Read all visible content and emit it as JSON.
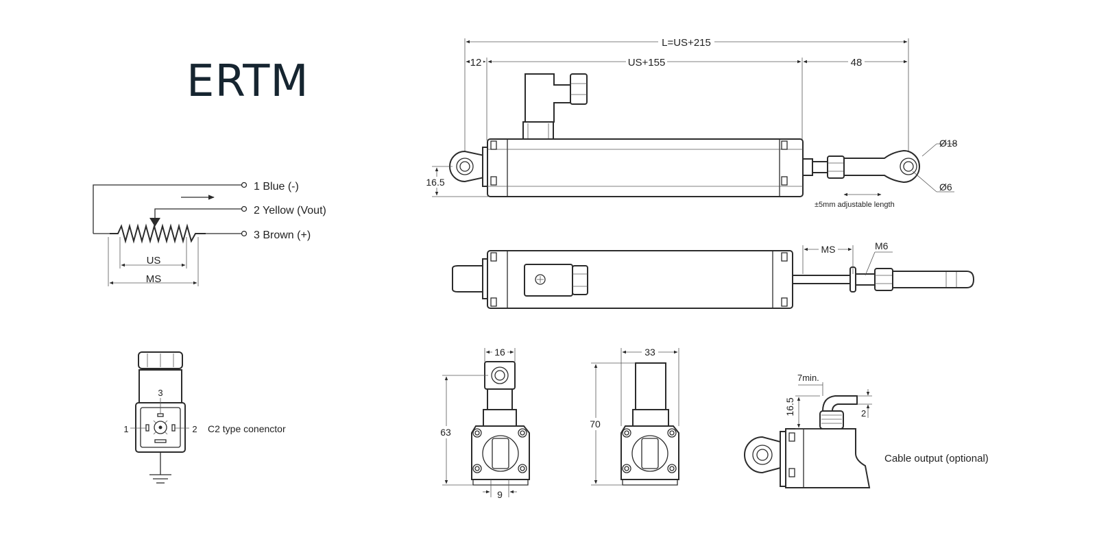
{
  "title": "ERTM",
  "wiring": {
    "pins": [
      "1 Blue (-)",
      "2 Yellow (Vout)",
      "3 Brown (+)"
    ],
    "us_label": "US",
    "ms_label": "MS"
  },
  "connector": {
    "pin_1": "1",
    "pin_2": "2",
    "pin_3": "3",
    "label": "C2 type conenctor"
  },
  "side_view": {
    "overall_length": "L=US+215",
    "left_offset": "12",
    "stroke_length": "US+155",
    "right_offset": "48",
    "eye_outer_dia": "Ø18",
    "eye_inner_dia": "Ø6",
    "height": "16.5",
    "adjustable_note": "±5mm adjustable length"
  },
  "top_view": {
    "ms_label": "MS",
    "thread": "M6"
  },
  "end_view_1": {
    "width": "16",
    "height": "63",
    "bottom": "9"
  },
  "end_view_2": {
    "width": "33",
    "height": "70"
  },
  "cable_view": {
    "min_label": "7min.",
    "height": "16.5",
    "offset": "2",
    "caption": "Cable output (optional)"
  }
}
